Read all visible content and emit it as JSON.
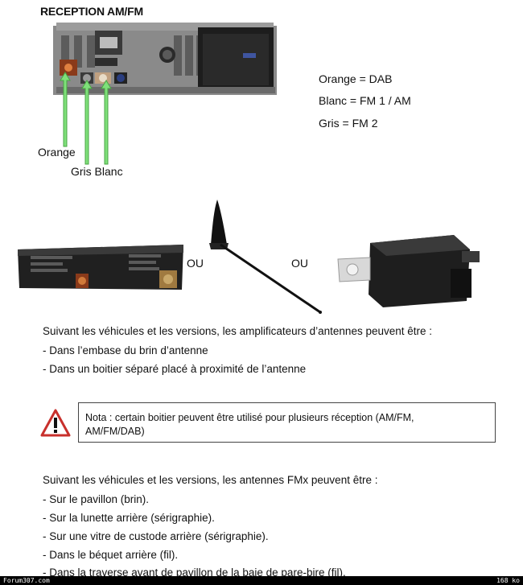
{
  "title": "RECEPTION AM/FM",
  "legend": [
    "Orange = DAB",
    "Blanc = FM 1 / AM",
    "Gris = FM 2"
  ],
  "connector_labels": {
    "orange": "Orange",
    "gris_blanc": "Gris Blanc"
  },
  "separators": [
    "OU",
    "OU"
  ],
  "amplifier_section": {
    "intro": "Suivant les véhicules et les versions, les amplificateurs d’antennes peuvent être :",
    "items": [
      "- Dans l’embase du brin d’antenne",
      "- Dans un boitier séparé placé à proximité de l’antenne"
    ]
  },
  "nota": {
    "line1": "Nota : certain boitier peuvent être utilisé pour plusieurs réception (AM/FM,",
    "line2": "AM/FM/DAB)"
  },
  "fmx_section": {
    "intro": "Suivant les véhicules et les versions, les antennes FMx peuvent être :",
    "items": [
      "- Sur le pavillon (brin).",
      "- Sur la lunette arrière (sérigraphie).",
      "- Sur une vitre de custode arrière (sérigraphie).",
      "- Dans le béquet arrière (fil).",
      "- Dans la traverse avant de pavillon de la baie de pare-bire (fil)."
    ]
  },
  "footer": {
    "left": "Forum307.com",
    "right": "168 ko"
  },
  "colors": {
    "arrow_green": "#7fe07a",
    "warning_red": "#c8302c"
  }
}
